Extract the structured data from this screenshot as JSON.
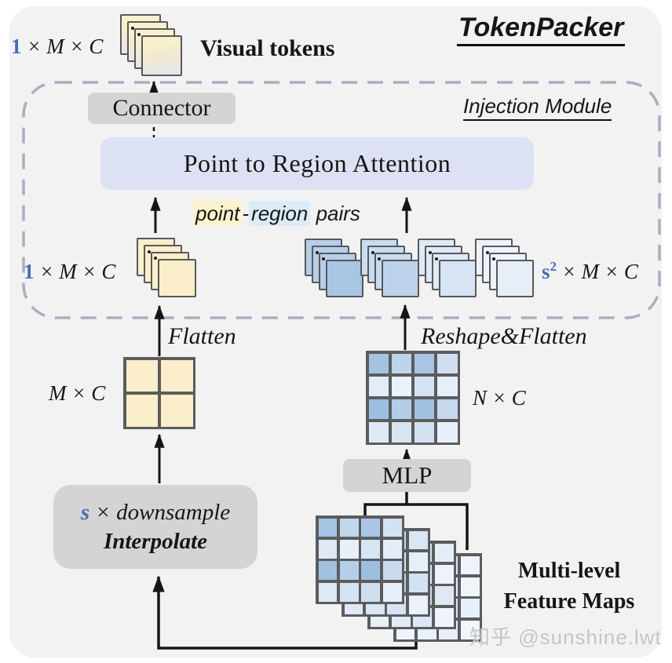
{
  "colors": {
    "panel_bg": "#f2f2f3",
    "dashed_border": "#a6b0bf",
    "gray_box": "#d4d4d5",
    "attention_box": "#dce2f4",
    "accent_blue": "#4a6cb3",
    "card_border": "#58595c",
    "highlight_yellow": "#fdf2cb",
    "highlight_blue": "#dcebf8",
    "token_card_gradient": "linear-gradient(170deg, #f9f0cd 25%, #f1e9d1 50%, #e2e7f0 100%)",
    "yellow_card": "#faeecb",
    "blue_groups": [
      {
        "front": "#a8c5e4",
        "back": "#b6cee8"
      },
      {
        "front": "#bcd3eb",
        "back": "#c9dcf0"
      },
      {
        "front": "#d6e4f3",
        "back": "#dfeaf6"
      },
      {
        "front": "#e7eef8",
        "back": "#edf3fa"
      }
    ]
  },
  "header": {
    "title": "TokenPacker",
    "watermark": "知乎 @sunshine.lwt"
  },
  "tokens": {
    "dim_prefix": "1",
    "dim_rest": " × M × C",
    "label": "Visual tokens"
  },
  "injection": {
    "label": "Injection Module",
    "connector": "Connector",
    "attention": "Point to Region Attention",
    "pairs_point": "point",
    "pairs_hyphen": "-",
    "pairs_region": "region",
    "pairs_rest": " pairs",
    "left_dim_prefix": "1",
    "left_dim_rest": " × M × C",
    "right_dim_base": "s",
    "right_dim_sup": "2",
    "right_dim_rest": " × M × C"
  },
  "transforms": {
    "flatten": "Flatten",
    "reshape": "Reshape&Flatten"
  },
  "grid_labels": {
    "m_c": "M × C",
    "n_c": "N × C"
  },
  "ops": {
    "mlp": "MLP",
    "downsample_s": "s",
    "downsample_rest": " × downsample",
    "interpolate": "Interpolate"
  },
  "feature_maps_label": {
    "line1": "Multi-level",
    "line2": "Feature Maps"
  },
  "grid_cells": {
    "m_c": [
      [
        "#faeecb",
        "#faeecb"
      ],
      [
        "#faeecb",
        "#faeecb"
      ]
    ],
    "n_c": [
      [
        "#a4c3e2",
        "#bdd3eb",
        "#a8c6e4",
        "#cfdff1"
      ],
      [
        "#e3edf8",
        "#e9f1fa",
        "#d4e3f2",
        "#e6eff9"
      ],
      [
        "#9dbfdf",
        "#b3cde9",
        "#a1c1e1",
        "#c4d8ee"
      ],
      [
        "#e0eaf6",
        "#d8e5f3",
        "#d3e2f1",
        "#e8f0f9"
      ]
    ],
    "fmap_front": [
      [
        "#a6c4e3",
        "#c3d7ec",
        "#a9c7e4",
        "#d3e2f1"
      ],
      [
        "#dfe9f6",
        "#e8f0f9",
        "#d6e4f3",
        "#e3edf8"
      ],
      [
        "#a0c1e0",
        "#b6cfe9",
        "#9fbfdf",
        "#c8dbef"
      ],
      [
        "#dceaf5",
        "#d5e3f2",
        "#cfdff0",
        "#e6eff9"
      ]
    ],
    "fmap_mid1": [
      [
        "#bdd2ea",
        "#cfe0f2",
        "#c2d6ec",
        "#d9e6f4"
      ],
      [
        "#e2ecf8",
        "#eaf2fa",
        "#d8e6f4",
        "#e6eff9"
      ],
      [
        "#b3cce8",
        "#c6d9ee",
        "#bad0e9",
        "#d2e2f2"
      ],
      [
        "#e0eaf7",
        "#d9e6f4",
        "#d5e4f2",
        "#eaf1fa"
      ]
    ],
    "fmap_mid2": [
      [
        "#cfdff1",
        "#dde9f6",
        "#d3e2f2",
        "#e4edf8"
      ],
      [
        "#e9f1fa",
        "#eef4fb",
        "#e0eaf7",
        "#ecf3fa"
      ],
      [
        "#c8daef",
        "#d6e4f3",
        "#cddff0",
        "#dfe9f6"
      ],
      [
        "#e7f0f9",
        "#e1ebf7",
        "#dde8f5",
        "#eef4fb"
      ]
    ],
    "fmap_back": [
      [
        "#dde8f5",
        "#e7effa",
        "#dfe9f6",
        "#edf3fb"
      ],
      [
        "#f0f5fc",
        "#f2f6fc",
        "#e9f1fa",
        "#f0f5fc"
      ],
      [
        "#d6e3f3",
        "#e0eaf7",
        "#d9e6f4",
        "#e7effa"
      ],
      [
        "#eef4fb",
        "#e9f1fa",
        "#e6eff9",
        "#f2f6fc"
      ]
    ]
  }
}
